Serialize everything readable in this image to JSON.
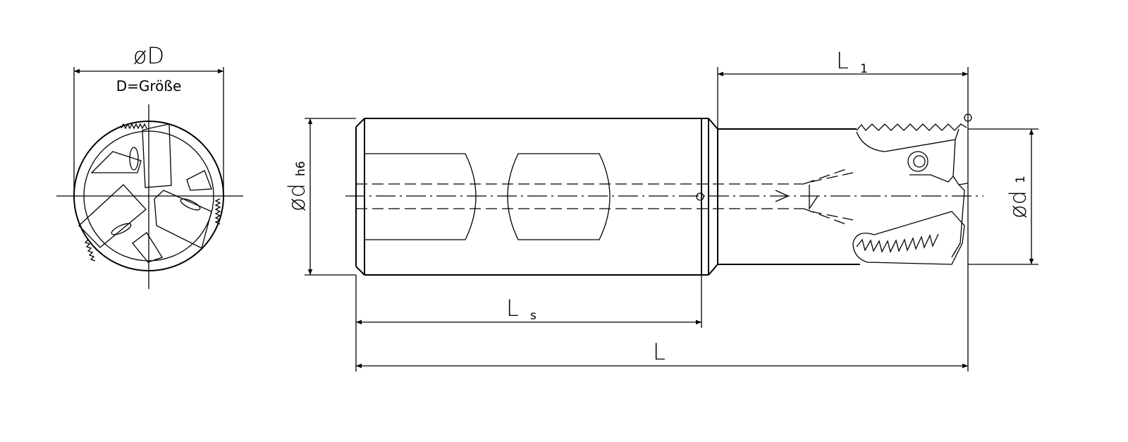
{
  "end_view": {
    "diameter_label": "øD",
    "size_note": "D=Größe"
  },
  "side_view": {
    "shank_diameter": {
      "symbol": "ød",
      "subscript": "h6"
    },
    "shank_length": {
      "symbol": "L",
      "subscript": "s"
    },
    "total_length": {
      "symbol": "L"
    },
    "head_length": {
      "symbol": "L",
      "subscript": "1"
    },
    "head_diameter": {
      "symbol": "ød",
      "subscript": "1"
    }
  }
}
